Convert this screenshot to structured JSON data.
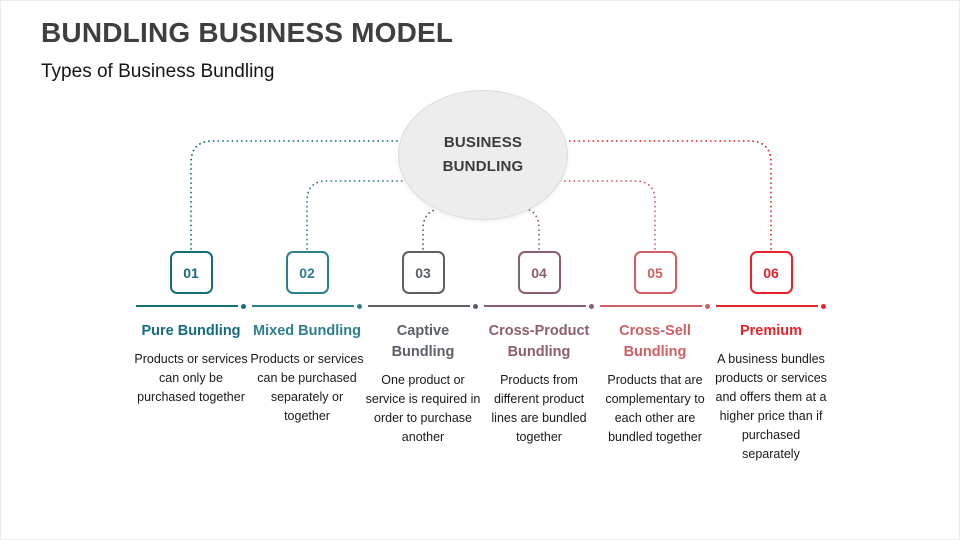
{
  "slide": {
    "title": "BUNDLING BUSINESS MODEL",
    "subtitle": "Types of Business Bundling"
  },
  "center": {
    "label": "BUSINESS BUNDLING"
  },
  "items": [
    {
      "number": "01",
      "title": "Pure Bundling",
      "description": "Products or services can only be purchased together",
      "color": "#166d7a"
    },
    {
      "number": "02",
      "title": "Mixed Bundling",
      "description": "Products or services can be purchased separately or together",
      "color": "#2e7f8e"
    },
    {
      "number": "03",
      "title": "Captive Bundling",
      "description": "One product or service is required in order to purchase another",
      "color": "#5b6066"
    },
    {
      "number": "04",
      "title": "Cross-Product Bundling",
      "description": "Products from different product lines are bundled together",
      "color": "#8d5f6a"
    },
    {
      "number": "05",
      "title": "Cross-Sell Bundling",
      "description": "Products that are complementary to each other are bundled together",
      "color": "#cf5f63"
    },
    {
      "number": "06",
      "title": "Premium",
      "description": "A business bundles products or services and offers them at a higher price than if purchased separately",
      "color": "#e8222b"
    }
  ]
}
